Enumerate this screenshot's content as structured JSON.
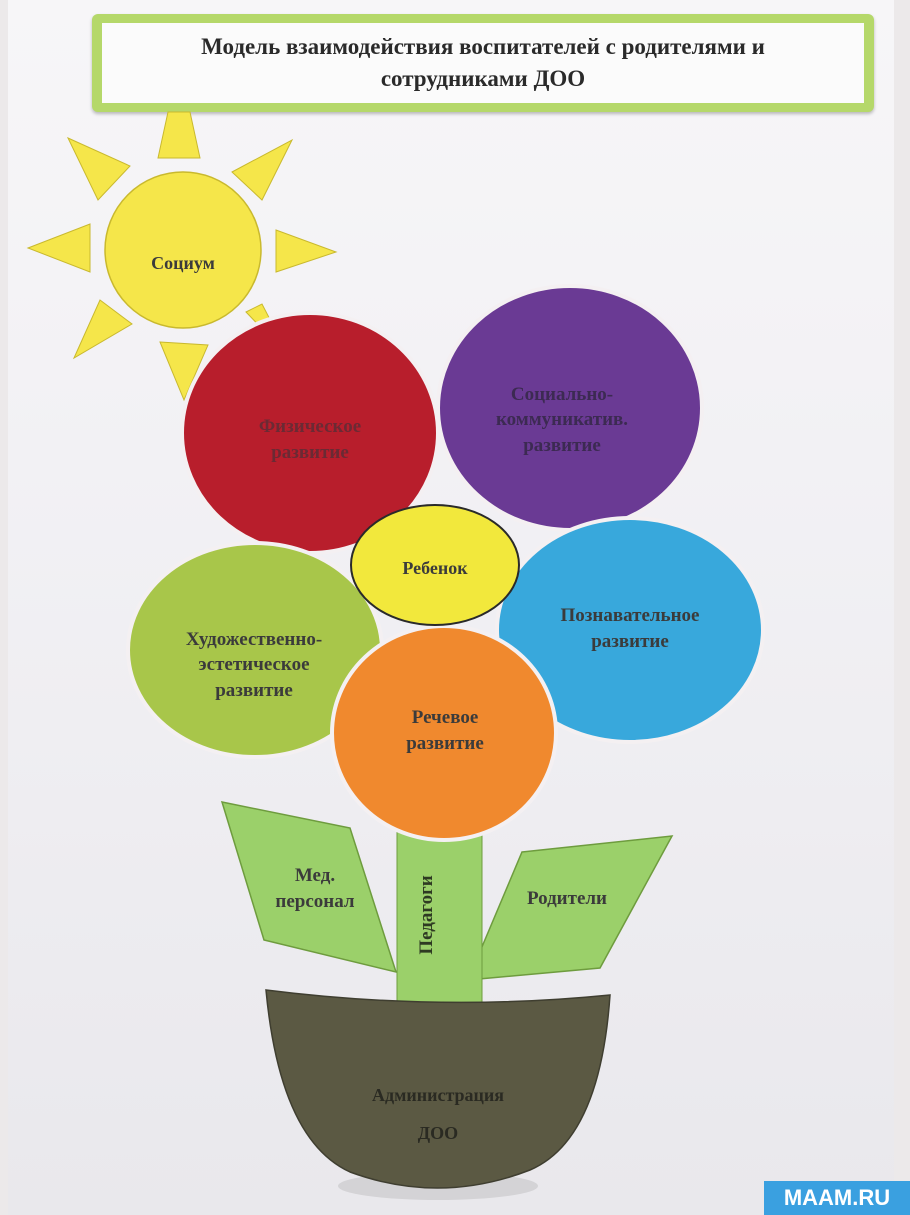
{
  "title": {
    "line1": "Модель взаимодействия воспитателей  с родителями и",
    "line2": "сотрудниками ДОО"
  },
  "sun": {
    "label": "Социум"
  },
  "petals": {
    "physical": {
      "line1": "Физическое",
      "line2": "развитие"
    },
    "social": {
      "line1": "Социально-",
      "line2": "коммуникатив.",
      "line3": "развитие"
    },
    "center": {
      "label": "Ребенок"
    },
    "cognitive": {
      "line1": "Познавательное",
      "line2": "развитие"
    },
    "artistic": {
      "line1": "Художественно-",
      "line2": "эстетическое",
      "line3": "развитие"
    },
    "speech": {
      "line1": "Речевое",
      "line2": "развитие"
    }
  },
  "stem": {
    "label": "Педагоги",
    "left_leaf": {
      "line1": "Мед.",
      "line2": "персонал"
    },
    "right_leaf": {
      "label": "Родители"
    }
  },
  "pot": {
    "line1": "Администрация",
    "line2": "ДОО"
  },
  "watermark": "MAAM.RU",
  "colors": {
    "title_frame": "#b5d86a",
    "sun": "#f5e64a",
    "physical": "#b81e2c",
    "social": "#6a3a94",
    "center": "#f2e83c",
    "cognitive": "#38a8dc",
    "artistic": "#a8c64a",
    "speech": "#f0892e",
    "stem": "#9bd06a",
    "pot": "#5b5943"
  }
}
